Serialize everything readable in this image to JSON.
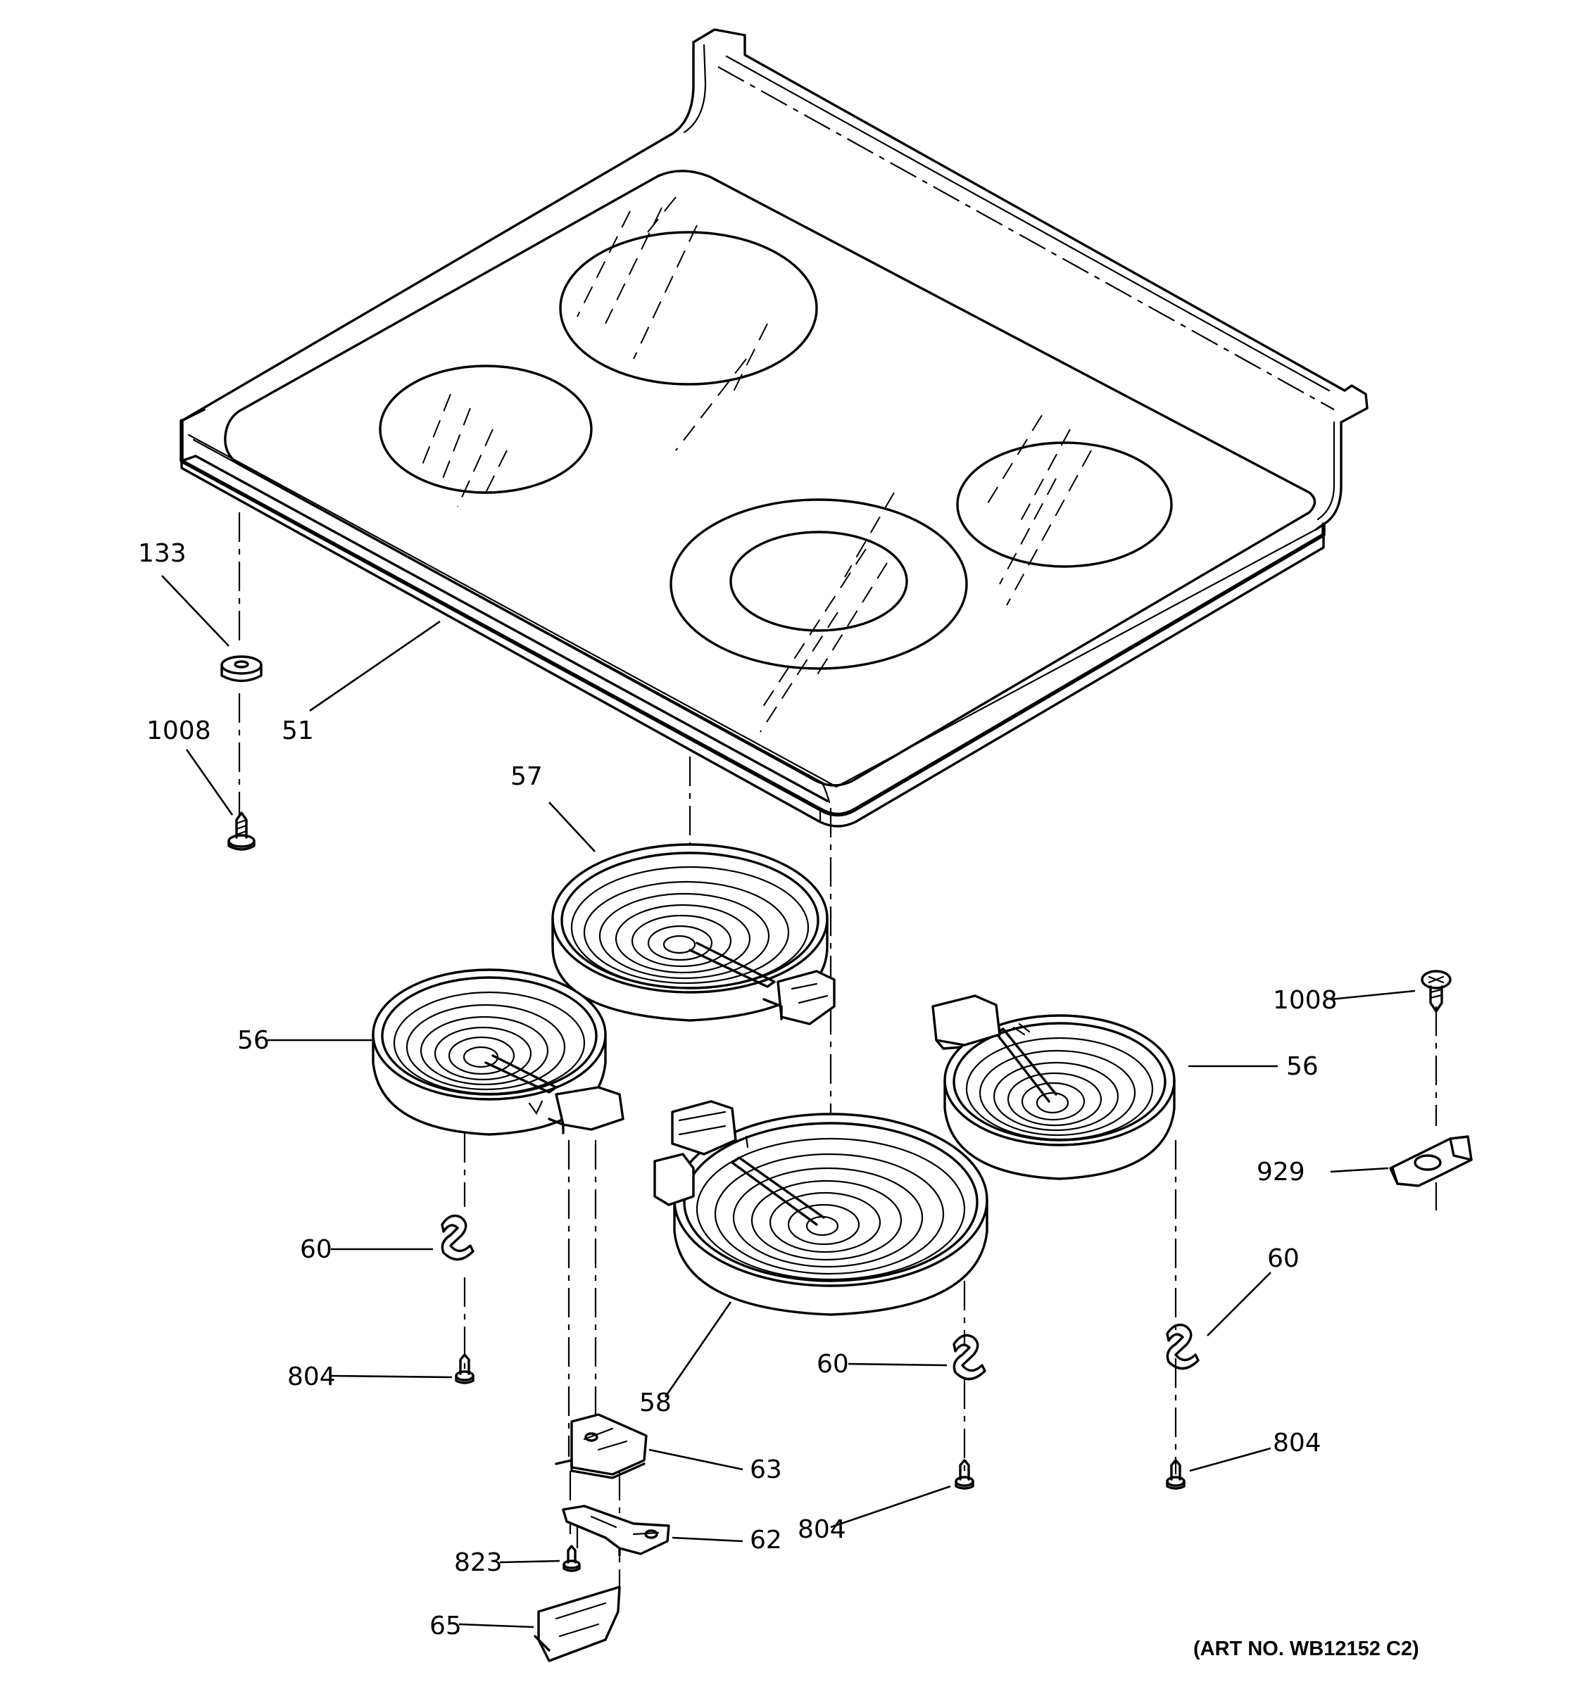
{
  "parts": {
    "p51": "51",
    "p56a": "56",
    "p56b": "56",
    "p57": "57",
    "p58": "58",
    "p60a": "60",
    "p60b": "60",
    "p60c": "60",
    "p62": "62",
    "p63": "63",
    "p65": "65",
    "p133": "133",
    "p804a": "804",
    "p804b": "804",
    "p804c": "804",
    "p823": "823",
    "p929": "929",
    "p1008a": "1008",
    "p1008b": "1008"
  },
  "art_number": "(ART NO. WB12152 C2)"
}
